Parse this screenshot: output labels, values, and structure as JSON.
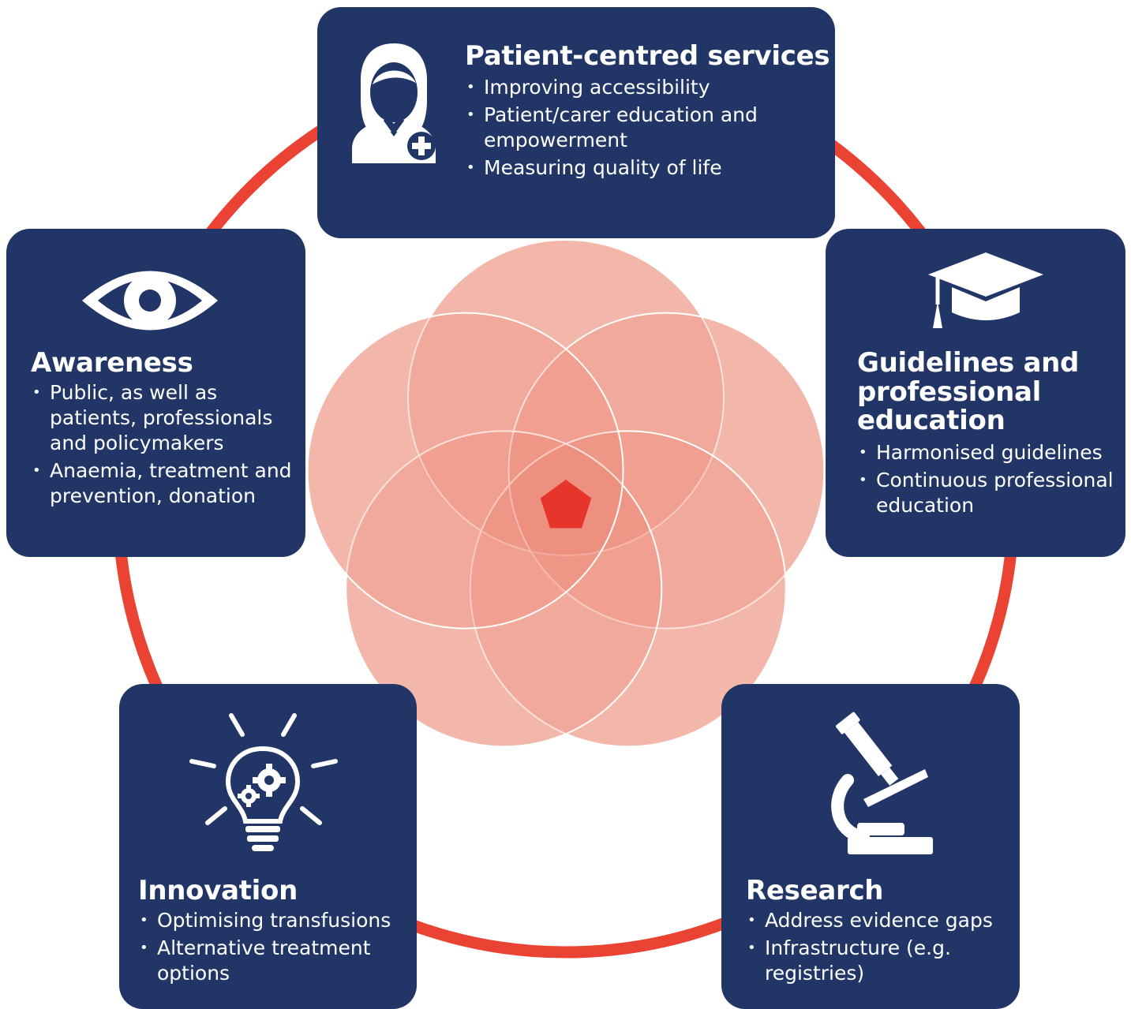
{
  "colors": {
    "ring": "#ea4334",
    "box": "#213566",
    "petal_light": "#f4c7bd",
    "petal_base": "#ef7a68",
    "center": "#e8352b",
    "text": "#ffffff"
  },
  "pillars": {
    "patient": {
      "icon": "doctor-icon",
      "title": "Patient-centred services",
      "items": [
        "Improving accessibility",
        "Patient/carer education and empowerment",
        "Measuring quality of life"
      ]
    },
    "awareness": {
      "icon": "eye-icon",
      "title": "Awareness",
      "items": [
        "Public, as well as patients, professionals and policymakers",
        "Anaemia, treatment and prevention, donation"
      ]
    },
    "guidelines": {
      "icon": "graduation-cap-icon",
      "title": "Guidelines and professional education",
      "items": [
        "Harmonised guidelines",
        "Continuous professional education"
      ]
    },
    "innovation": {
      "icon": "lightbulb-gears-icon",
      "title": "Innovation",
      "items": [
        "Optimising transfusions",
        "Alternative treatment options"
      ]
    },
    "research": {
      "icon": "microscope-icon",
      "title": "Research",
      "items": [
        "Address evidence gaps",
        "Infrastructure (e.g. registries)"
      ]
    }
  }
}
